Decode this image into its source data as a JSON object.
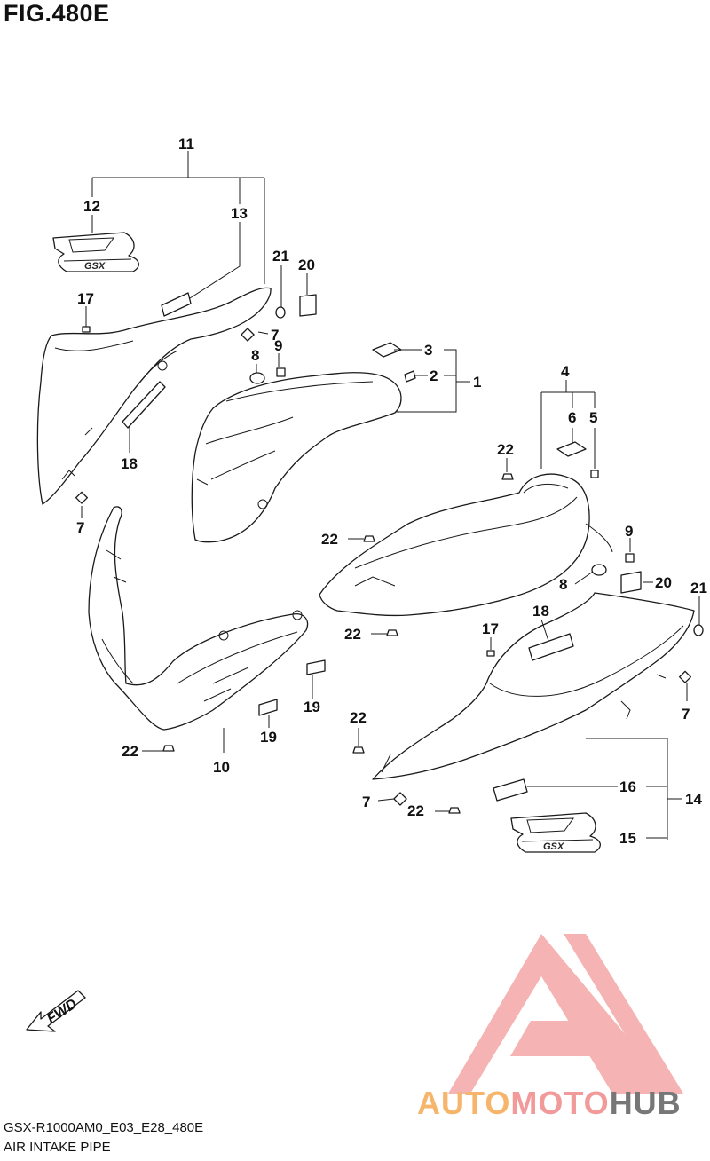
{
  "figure_title": "FIG.480E",
  "model_code": "GSX-R1000AM0_E03_E28_480E",
  "caption": "AIR INTAKE PIPE",
  "fwd_label": "FWD",
  "watermark": {
    "part1": "AUTO",
    "part2": "MOTO",
    "part3": "HUB"
  },
  "callouts": {
    "c1": "1",
    "c2": "2",
    "c3": "3",
    "c4": "4",
    "c5": "5",
    "c6": "6",
    "c7a": "7",
    "c7b": "7",
    "c7c": "7",
    "c7d": "7",
    "c8a": "8",
    "c8b": "8",
    "c9a": "9",
    "c9b": "9",
    "c10": "10",
    "c11": "11",
    "c12": "12",
    "c13": "13",
    "c14": "14",
    "c15": "15",
    "c16": "16",
    "c17a": "17",
    "c17b": "17",
    "c18a": "18",
    "c18b": "18",
    "c19a": "19",
    "c19b": "19",
    "c20a": "20",
    "c20b": "20",
    "c21a": "21",
    "c21b": "21",
    "c22a": "22",
    "c22b": "22",
    "c22c": "22",
    "c22d": "22",
    "c22e": "22",
    "c22f": "22"
  },
  "colors": {
    "line": "#1a1a1a",
    "watermark_logo": "#f29a9a",
    "watermark_auto": "#f6b56a",
    "watermark_hub": "#777777"
  }
}
